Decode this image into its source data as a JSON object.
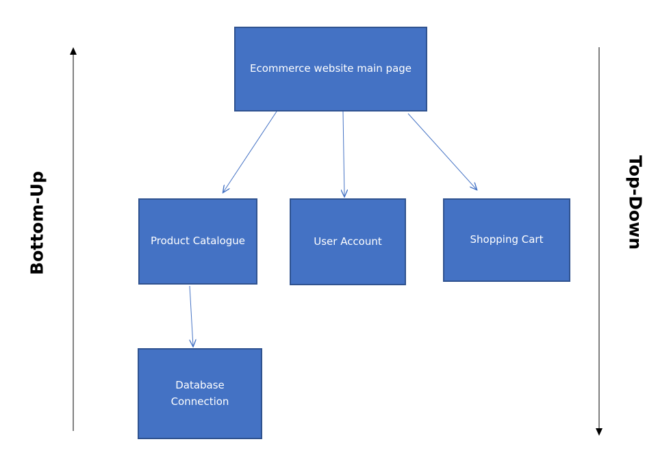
{
  "nodes": {
    "main": "Ecommerce website main page",
    "catalogue": "Product Catalogue",
    "account": "User Account",
    "cart": "Shopping Cart",
    "db": "Database\nConnection"
  },
  "side_labels": {
    "left": "Bottom-Up",
    "right": "Top-Down"
  },
  "colors": {
    "box_fill": "#4472c4",
    "box_border": "#2f528f",
    "connector": "#4472c4",
    "axis": "#000000"
  }
}
